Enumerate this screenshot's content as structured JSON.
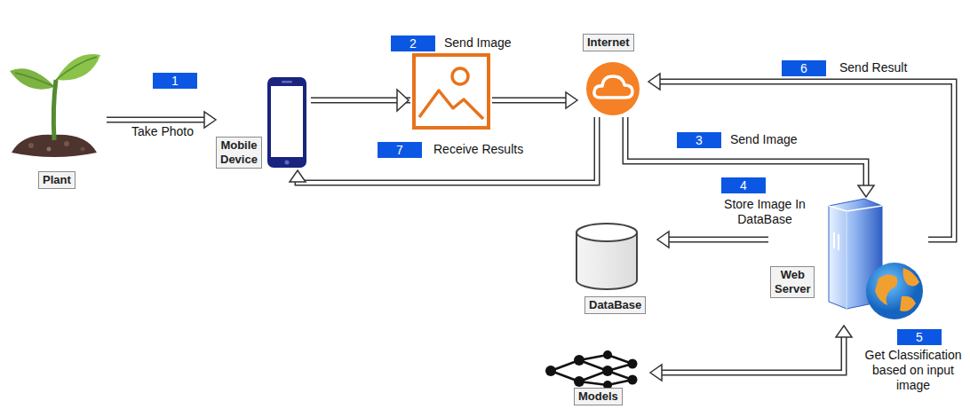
{
  "diagram": {
    "nodes": [
      {
        "text": [
          "Plant"
        ]
      },
      {
        "text": [
          "Mobile Device"
        ]
      },
      {
        "text": [
          "Internet"
        ]
      },
      {
        "text": [
          "Web Server"
        ]
      },
      {
        "text": [
          "DataBase"
        ]
      },
      {
        "text": [
          "Models"
        ]
      }
    ],
    "edges": [
      {
        "from": 0,
        "to": 1,
        "arrow": "to",
        "label": "Take Photo"
      },
      {
        "from": 1,
        "to": 2,
        "arrow": "to",
        "label": "Send Image"
      },
      {
        "from": 2,
        "to": 3,
        "arrow": "to",
        "label": "Send Image"
      },
      {
        "from": 3,
        "to": 4,
        "arrow": "to",
        "label": "Store Image In DataBase"
      },
      {
        "from": 5,
        "to": 3,
        "arrow": "both"
      },
      {
        "from": 3,
        "to": 2,
        "arrow": "to",
        "label": "Send Result"
      },
      {
        "from": 2,
        "to": 1,
        "arrow": "to",
        "label": "Receive Results"
      }
    ],
    "labels": [
      "1",
      "2",
      "3",
      "4",
      "5",
      "6",
      "7",
      "Get Classification based on input image"
    ]
  }
}
